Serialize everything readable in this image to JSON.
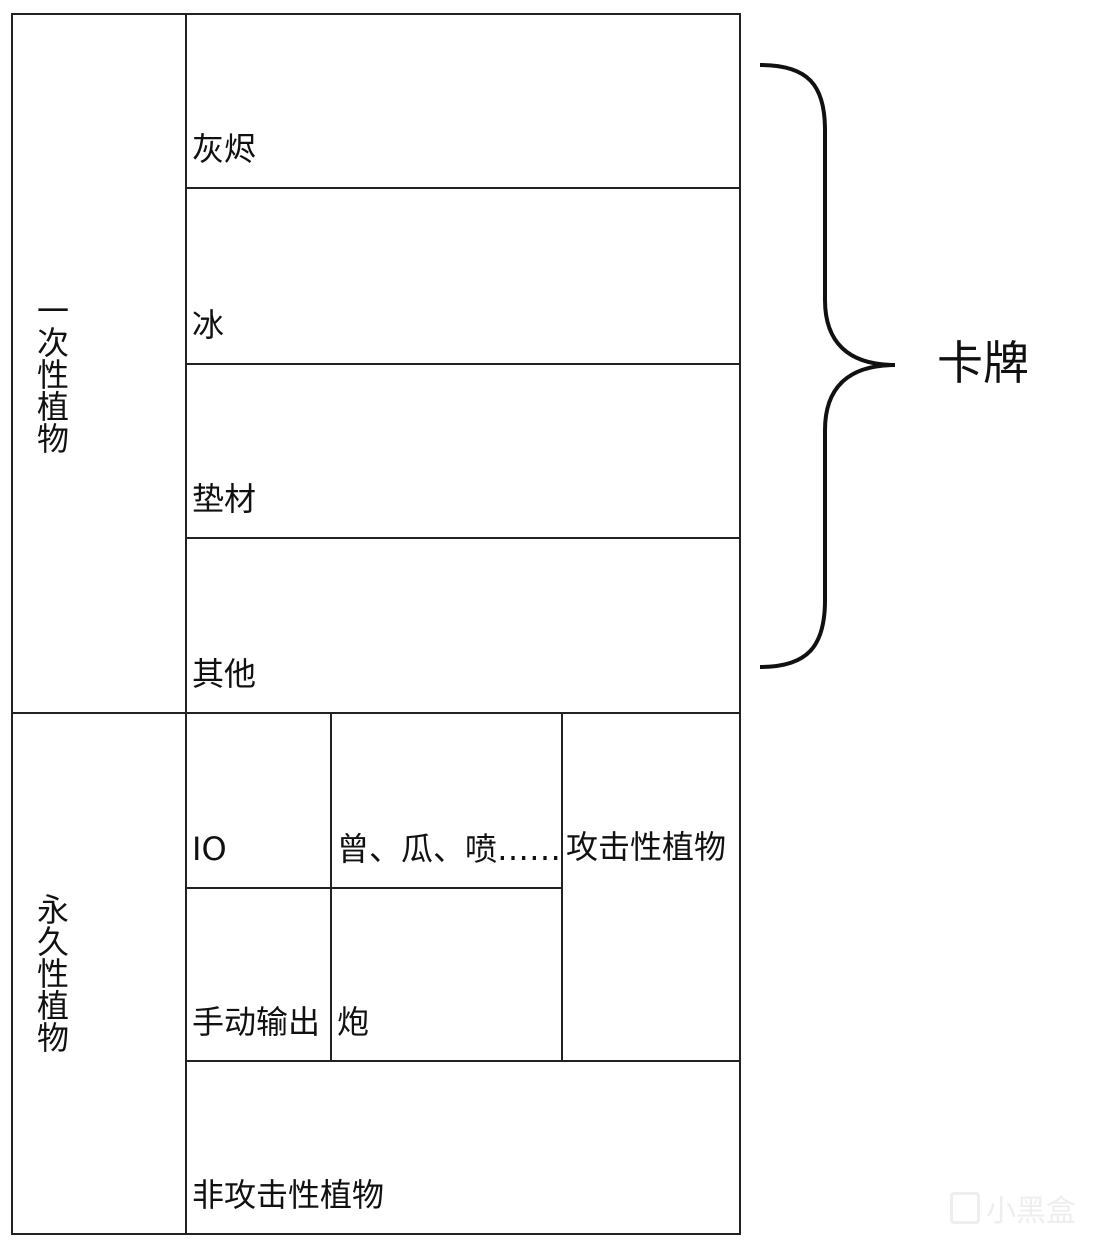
{
  "groups": {
    "one_time": "一次性植物",
    "permanent": "永久性植物"
  },
  "one_time_rows": [
    "灰烬",
    "冰",
    "垫材",
    "其他"
  ],
  "permanent_cells": {
    "io": "IO",
    "cat": "曾、瓜、喷……",
    "manual": "手动输出",
    "cob": "炮",
    "attack": "攻击性植物",
    "non_attack": "非攻击性植物"
  },
  "brace_label": "卡牌",
  "watermark": "小黑盒"
}
